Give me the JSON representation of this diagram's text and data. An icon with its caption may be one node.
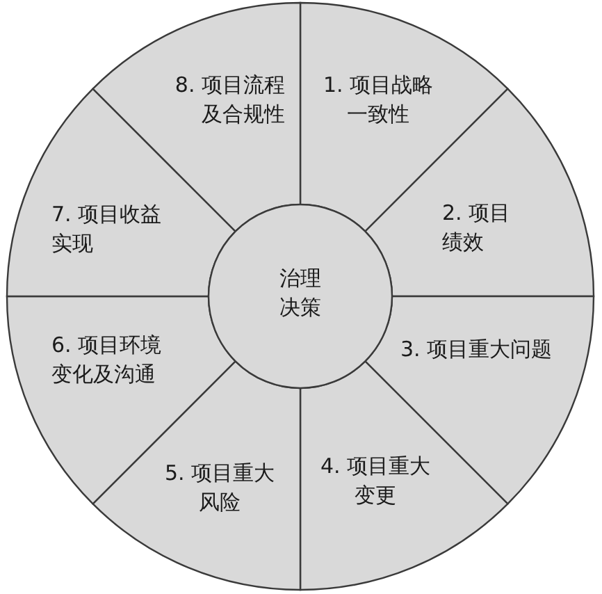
{
  "diagram": {
    "nodes": [
      {
        "text": [
          "治理决策"
        ]
      },
      {
        "text": [
          "1. 项目战略一致性"
        ]
      },
      {
        "text": [
          "2. 项目绩效"
        ]
      },
      {
        "text": [
          "3. 项目重大问题"
        ]
      },
      {
        "text": [
          "4. 项目重大变更"
        ]
      },
      {
        "text": [
          "5. 项目重大风险"
        ]
      },
      {
        "text": [
          "6. 项目环境变化及沟通"
        ]
      },
      {
        "text": [
          "7. 项目收益实现"
        ]
      },
      {
        "text": [
          "8. 项目流程及合规性"
        ]
      }
    ]
  }
}
